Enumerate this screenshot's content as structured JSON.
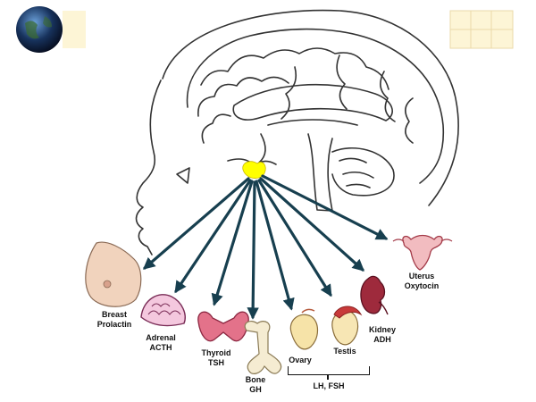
{
  "colors": {
    "arrow": "#173f4f",
    "gland": "#ffff00",
    "globe": "#17325c",
    "slide_accent": "#fdf5d6"
  },
  "icons": [
    "globe-icon",
    "grid-icon"
  ],
  "labels": {
    "breast": {
      "organ": "Breast",
      "hormone": "Prolactin"
    },
    "adrenal": {
      "organ": "Adrenal",
      "hormone": "ACTH"
    },
    "thyroid": {
      "organ": "Thyroid",
      "hormone": "TSH"
    },
    "bone": {
      "organ": "Bone",
      "hormone": "GH"
    },
    "ovary": {
      "organ": "Ovary"
    },
    "testis": {
      "organ": "Testis"
    },
    "gonad_hormones": "LH,  FSH",
    "kidney": {
      "organ": "Kidney",
      "hormone": "ADH"
    },
    "uterus": {
      "organ": "Uterus",
      "hormone": "Oxytocin"
    }
  }
}
